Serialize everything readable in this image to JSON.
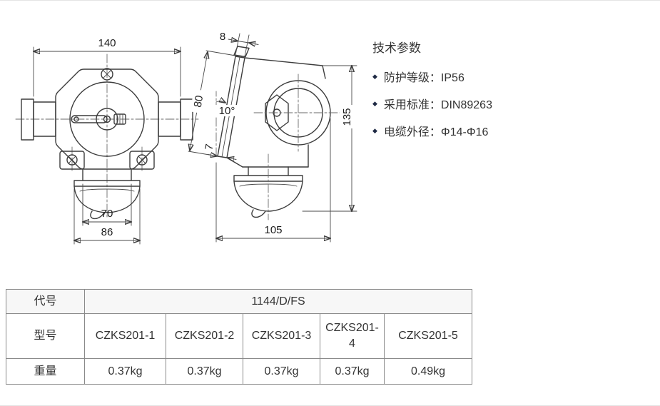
{
  "tech_params": {
    "title": "技术参数",
    "bullet": "◆",
    "items": [
      "防护等级：IP56",
      "采用标准：DIN89263",
      "电缆外径：Φ14-Φ16"
    ]
  },
  "drawing": {
    "front": {
      "dim_width": "140",
      "dim_neck": "70",
      "dim_base": "86"
    },
    "side": {
      "dim_thickness": "8",
      "dim_face": "80",
      "dim_angle": "10°",
      "dim_lip": "7",
      "dim_height": "135",
      "dim_depth": "105"
    }
  },
  "table": {
    "row_code": {
      "label": "代号",
      "value": "1144/D/FS"
    },
    "row_model": {
      "label": "型号",
      "values": [
        "CZKS201-1",
        "CZKS201-2",
        "CZKS201-3",
        "CZKS201-4",
        "CZKS201-5"
      ]
    },
    "row_weight": {
      "label": "重量",
      "values": [
        "0.37kg",
        "0.37kg",
        "0.37kg",
        "0.37kg",
        "0.49kg"
      ]
    }
  }
}
